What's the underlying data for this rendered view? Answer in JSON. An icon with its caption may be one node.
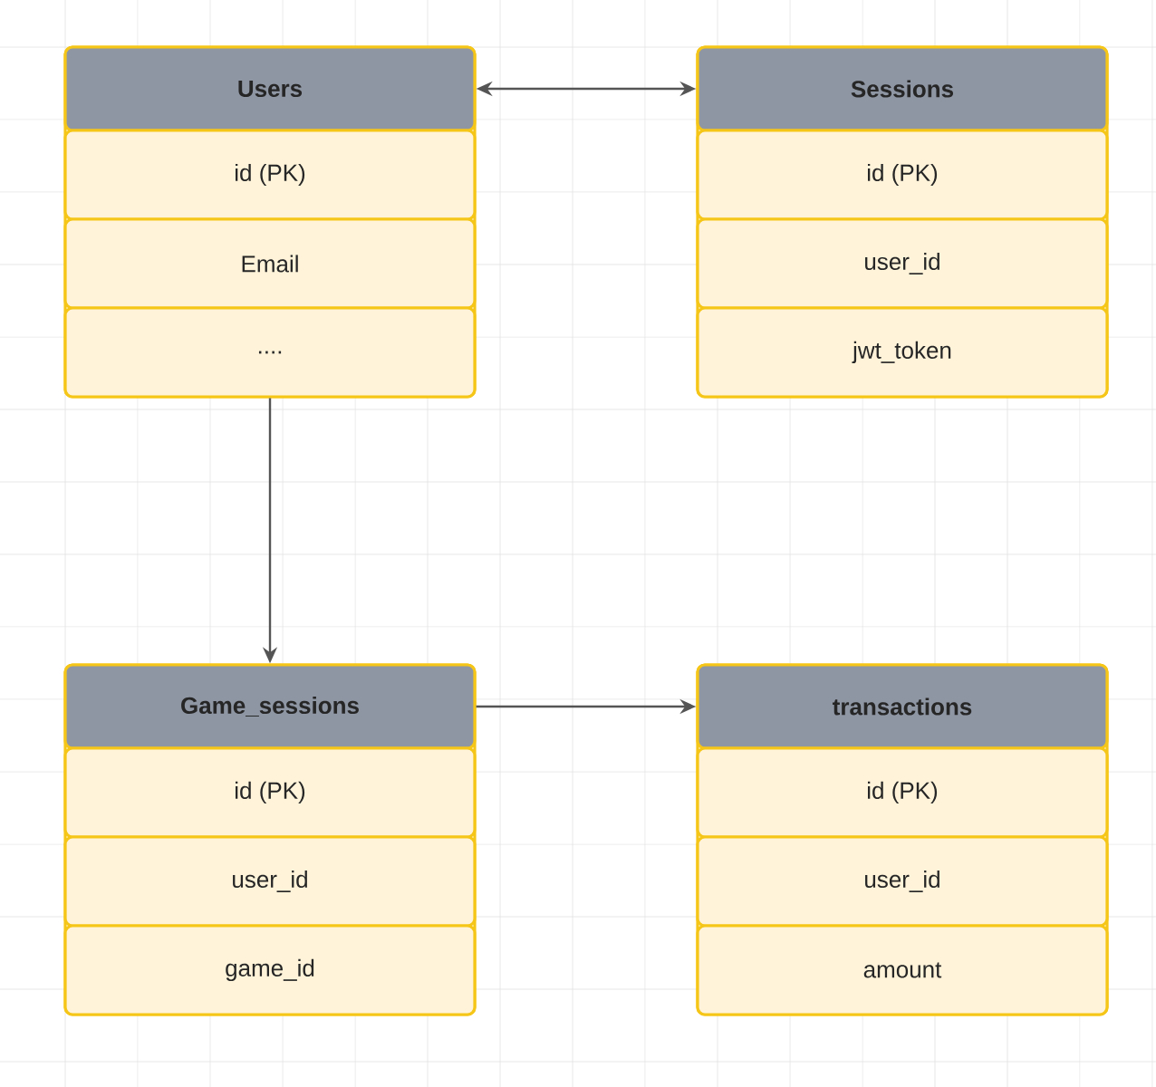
{
  "diagram": {
    "nodes": [
      {
        "text": [
          "Users"
        ]
      },
      {
        "text": [
          "id (PK)"
        ],
        "in": 0
      },
      {
        "text": [
          "Email"
        ],
        "in": 0
      },
      {
        "text": [
          "...."
        ],
        "in": 0
      },
      {
        "text": [
          "Sessions"
        ]
      },
      {
        "text": [
          "id (PK)"
        ],
        "in": 4
      },
      {
        "text": [
          "user_id"
        ],
        "in": 4
      },
      {
        "text": [
          "jwt_token"
        ],
        "in": 4
      },
      {
        "text": [
          "Game_sessions"
        ]
      },
      {
        "text": [
          "id (PK)"
        ],
        "in": 8
      },
      {
        "text": [
          "user_id"
        ],
        "in": 8
      },
      {
        "text": [
          "game_id"
        ],
        "in": 8
      },
      {
        "text": [
          "transactions"
        ]
      },
      {
        "text": [
          "id (PK)"
        ],
        "in": 12
      },
      {
        "text": [
          "user_id"
        ],
        "in": 12
      },
      {
        "text": [
          "amount"
        ],
        "in": 12
      }
    ],
    "edges": [
      {
        "from": 0,
        "to": 4,
        "arrow": "both"
      },
      {
        "from": 0,
        "to": 8,
        "arrow": "to"
      },
      {
        "from": 8,
        "to": 12,
        "arrow": "to"
      }
    ]
  }
}
